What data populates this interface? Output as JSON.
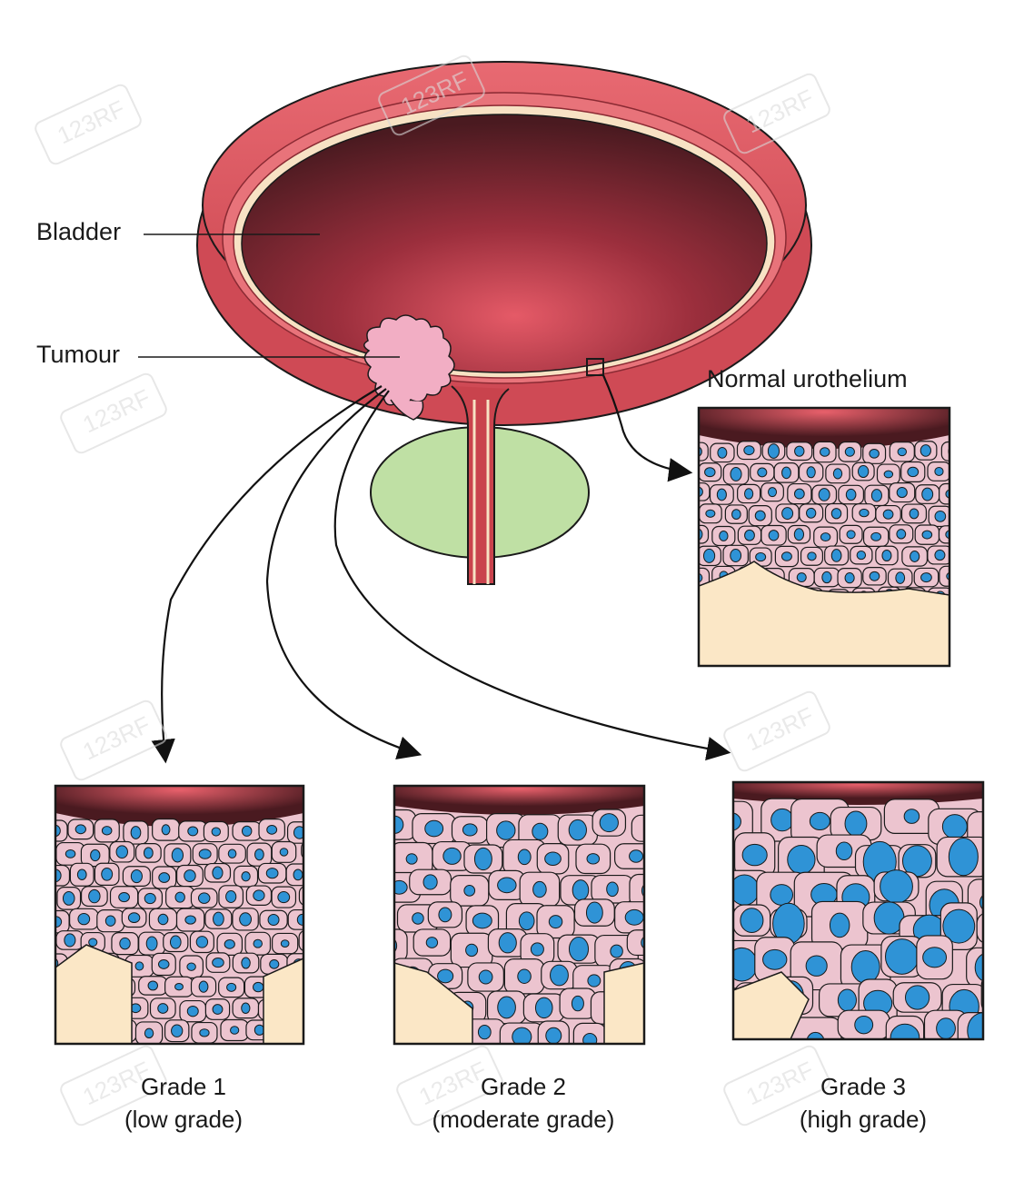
{
  "labels": {
    "bladder": "Bladder",
    "tumour": "Tumour",
    "normal": "Normal urothelium"
  },
  "grades": [
    {
      "title": "Grade 1",
      "subtitle": "(low grade)"
    },
    {
      "title": "Grade 2",
      "subtitle": "(moderate grade)"
    },
    {
      "title": "Grade 3",
      "subtitle": "(high grade)"
    }
  ],
  "colors": {
    "bladder_wall": "#d9535a",
    "bladder_wall_dark": "#b83a44",
    "lumen_center": "#e05764",
    "lumen_edge": "#4a1a20",
    "lining": "#f7e2c4",
    "tumour": "#f2aec4",
    "prostate": "#bfe0a4",
    "cell_fill": "#ecc4cf",
    "nucleus": "#2f93d6",
    "stroma": "#fbe7c6",
    "outline": "#1a1a1a"
  },
  "watermark": "123RF"
}
